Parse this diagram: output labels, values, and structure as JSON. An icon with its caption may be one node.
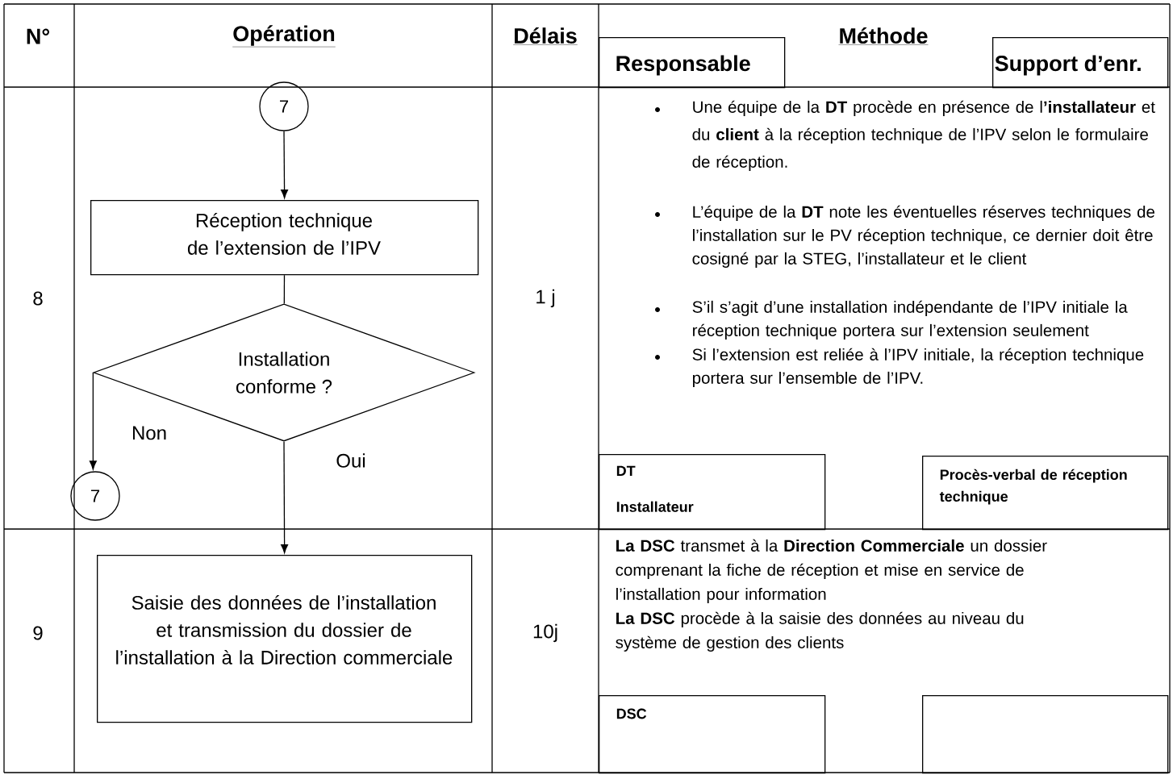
{
  "diagram": {
    "nodes": [
      {
        "text": [
          "7"
        ]
      },
      {
        "text": [
          "Réception technique de l’extension de l’IPV"
        ]
      },
      {
        "text": [
          "Installation conforme ?"
        ]
      },
      {
        "text": [
          "7"
        ]
      },
      {
        "text": [
          "Saisie des données de l’installation et transmission du dossier de l’installation à la Direction commerciale"
        ]
      },
      {
        "text": [
          "Responsable"
        ]
      },
      {
        "text": [
          "Support d’enr."
        ]
      },
      {
        "text": [
          "DT",
          "Installateur"
        ]
      },
      {
        "text": [
          "Procès-verbal de réception technique"
        ]
      },
      {
        "text": [
          "DSC"
        ]
      },
      {
        "text": [],
        "shape": "box"
      }
    ],
    "edges": [
      {
        "from": 0,
        "to": 1,
        "arrow": "to"
      },
      {
        "from": 1,
        "to": 2,
        "arrow": "none"
      },
      {
        "from": 2,
        "to": 3,
        "arrow": "to",
        "label": "Non"
      },
      {
        "from": 2,
        "to": 4,
        "arrow": "to",
        "label": "Oui"
      }
    ],
    "labels": [
      "N°",
      "Opération",
      "Délais",
      "Méthode",
      "8",
      "1 j",
      "Une équipe de la **DT** procède en présence de l**’installateur** et du **client** à la réception technique de l’IPV selon le formulaire de réception.",
      "L’équipe de la **DT** note les éventuelles réserves techniques de l’installation sur le PV réception technique, ce dernier doit être cosigné par la STEG, l’installateur et le client",
      "S’il s’agit d’une installation indépendante de l’IPV initiale la réception technique portera sur l’extension seulement",
      "Si l’extension est reliée à l’IPV initiale, la réception technique portera sur l’ensemble de l’IPV.",
      "9",
      "10j",
      "**La DSC** transmet à la **Direction Commerciale** un dossier comprenant la fiche de réception et mise en service de l’installation pour information",
      "**La DSC** procède à la saisie des données au niveau du système de gestion des clients"
    ]
  }
}
